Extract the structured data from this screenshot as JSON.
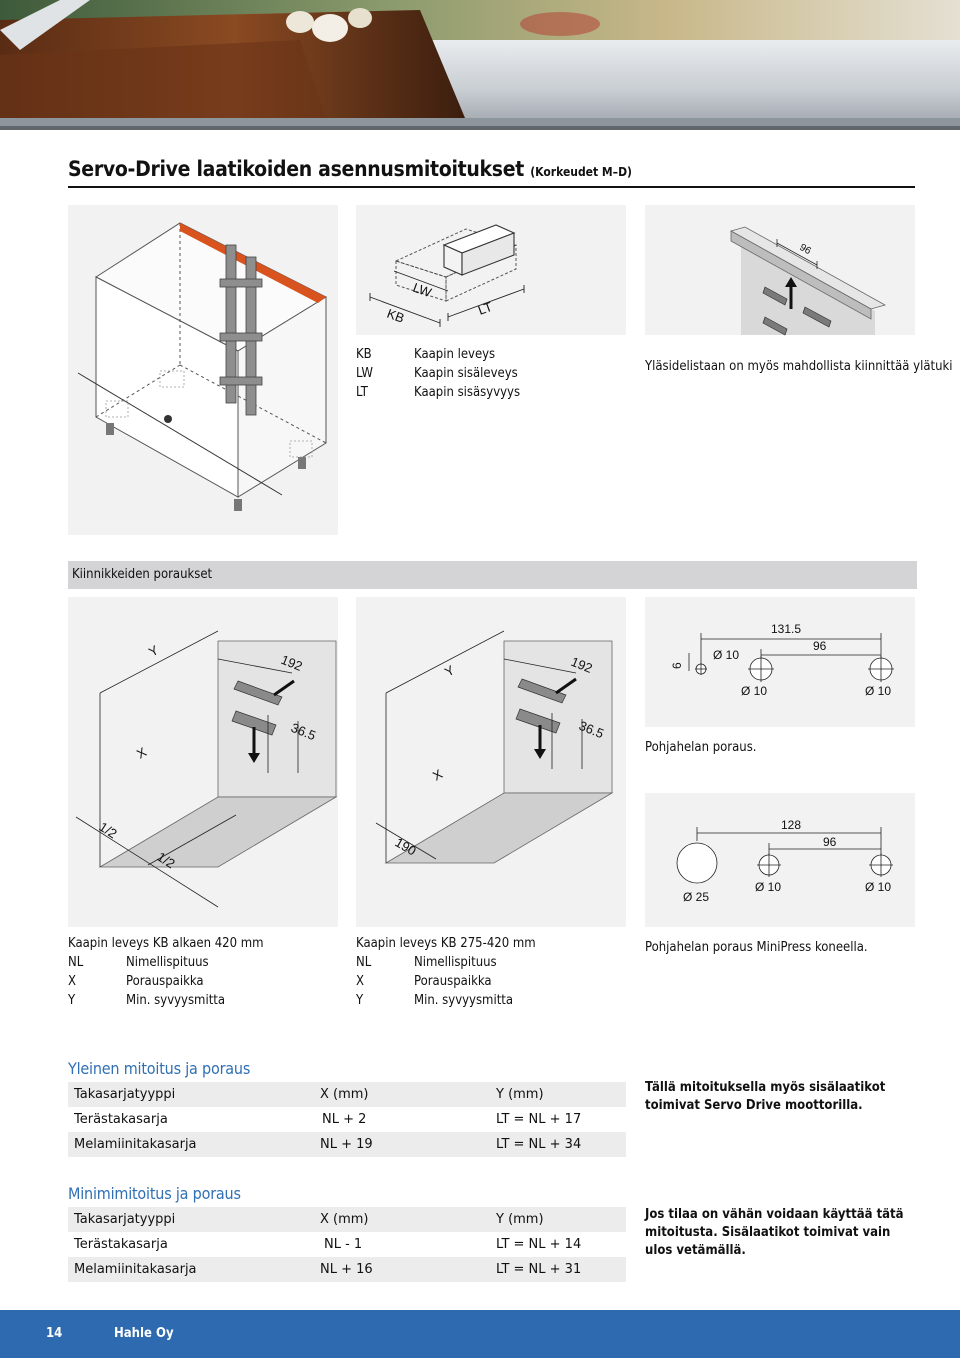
{
  "page": {
    "title": "Servo-Drive laatikoiden asennusmitoitukset",
    "title_suffix": "(Korkeudet M–D)"
  },
  "legend_top": [
    {
      "key": "KB",
      "text": "Kaapin leveys"
    },
    {
      "key": "LW",
      "text": "Kaapin sisäleveys"
    },
    {
      "key": "LT",
      "text": "Kaapin sisäsyvyys"
    }
  ],
  "top_right_caption": "Yläsidelistaan on myös mahdollista kiinnittää ylätuki",
  "drawer_labels": {
    "kb": "KB",
    "lw": "LW",
    "lt": "LT"
  },
  "rail_dim": "96",
  "section_band": "Kiinnikkeiden poraukset",
  "fig_a": {
    "y": "Y",
    "x": "X",
    "d192": "192",
    "d365": "36.5",
    "half1": "1/2",
    "half2": "1/2"
  },
  "fig_b": {
    "y": "Y",
    "x": "X",
    "d192": "192",
    "d365": "36.5",
    "d190": "190"
  },
  "bore1": {
    "d1315": "131.5",
    "d96": "96",
    "d6": "6",
    "phi_top": "Ø 10",
    "phi_left": "Ø 10",
    "phi_right": "Ø 10",
    "caption": "Pohjahelan poraus."
  },
  "bore2": {
    "d128": "128",
    "d96": "96",
    "phi_big": "Ø 25",
    "phi_mid": "Ø 10",
    "phi_right": "Ø 10"
  },
  "legend_a": {
    "head": "Kaapin leveys KB alkaen 420 mm",
    "rows": [
      {
        "key": "NL",
        "text": "Nimellispituus"
      },
      {
        "key": "X",
        "text": "Porauspaikka"
      },
      {
        "key": "Y",
        "text": "Min. syvyysmitta"
      }
    ]
  },
  "legend_b": {
    "head": "Kaapin leveys KB 275-420 mm",
    "rows": [
      {
        "key": "NL",
        "text": "Nimellispituus"
      },
      {
        "key": "X",
        "text": "Porauspaikka"
      },
      {
        "key": "Y",
        "text": "Min. syvyysmitta"
      }
    ]
  },
  "minipress_caption": "Pohjahelan poraus MiniPress koneella.",
  "table1": {
    "heading": "Yleinen mitoitus ja poraus",
    "headers": [
      "Takasarjatyyppi",
      "X (mm)",
      "Y (mm)"
    ],
    "rows": [
      [
        "Terästakasarja",
        "NL + 2",
        "LT = NL + 17"
      ],
      [
        "Melamiinitakasarja",
        "NL + 19",
        "LT = NL + 34"
      ]
    ],
    "note": "Tällä mitoituksella myös sisälaatikot toimivat Servo Drive moottorilla."
  },
  "table2": {
    "heading": "Minimimitoitus ja poraus",
    "headers": [
      "Takasarjatyyppi",
      "X (mm)",
      "Y (mm)"
    ],
    "rows": [
      [
        "Terästakasarja",
        "NL - 1",
        "LT = NL + 14"
      ],
      [
        "Melamiinitakasarja",
        "NL + 16",
        "LT = NL + 31"
      ]
    ],
    "note": "Jos tilaa on vähän voidaan käyttää tätä mitoitusta. Sisälaatikot toimivat vain ulos vetämällä."
  },
  "footer": {
    "page_number": "14",
    "company": "Hahle Oy"
  },
  "colors": {
    "accent": "#2e6ab0",
    "heading_blue": "#2f6fb3",
    "panel": "#f2f2f2",
    "band": "#d4d4d6",
    "cabinet_top": "#d9531e"
  }
}
